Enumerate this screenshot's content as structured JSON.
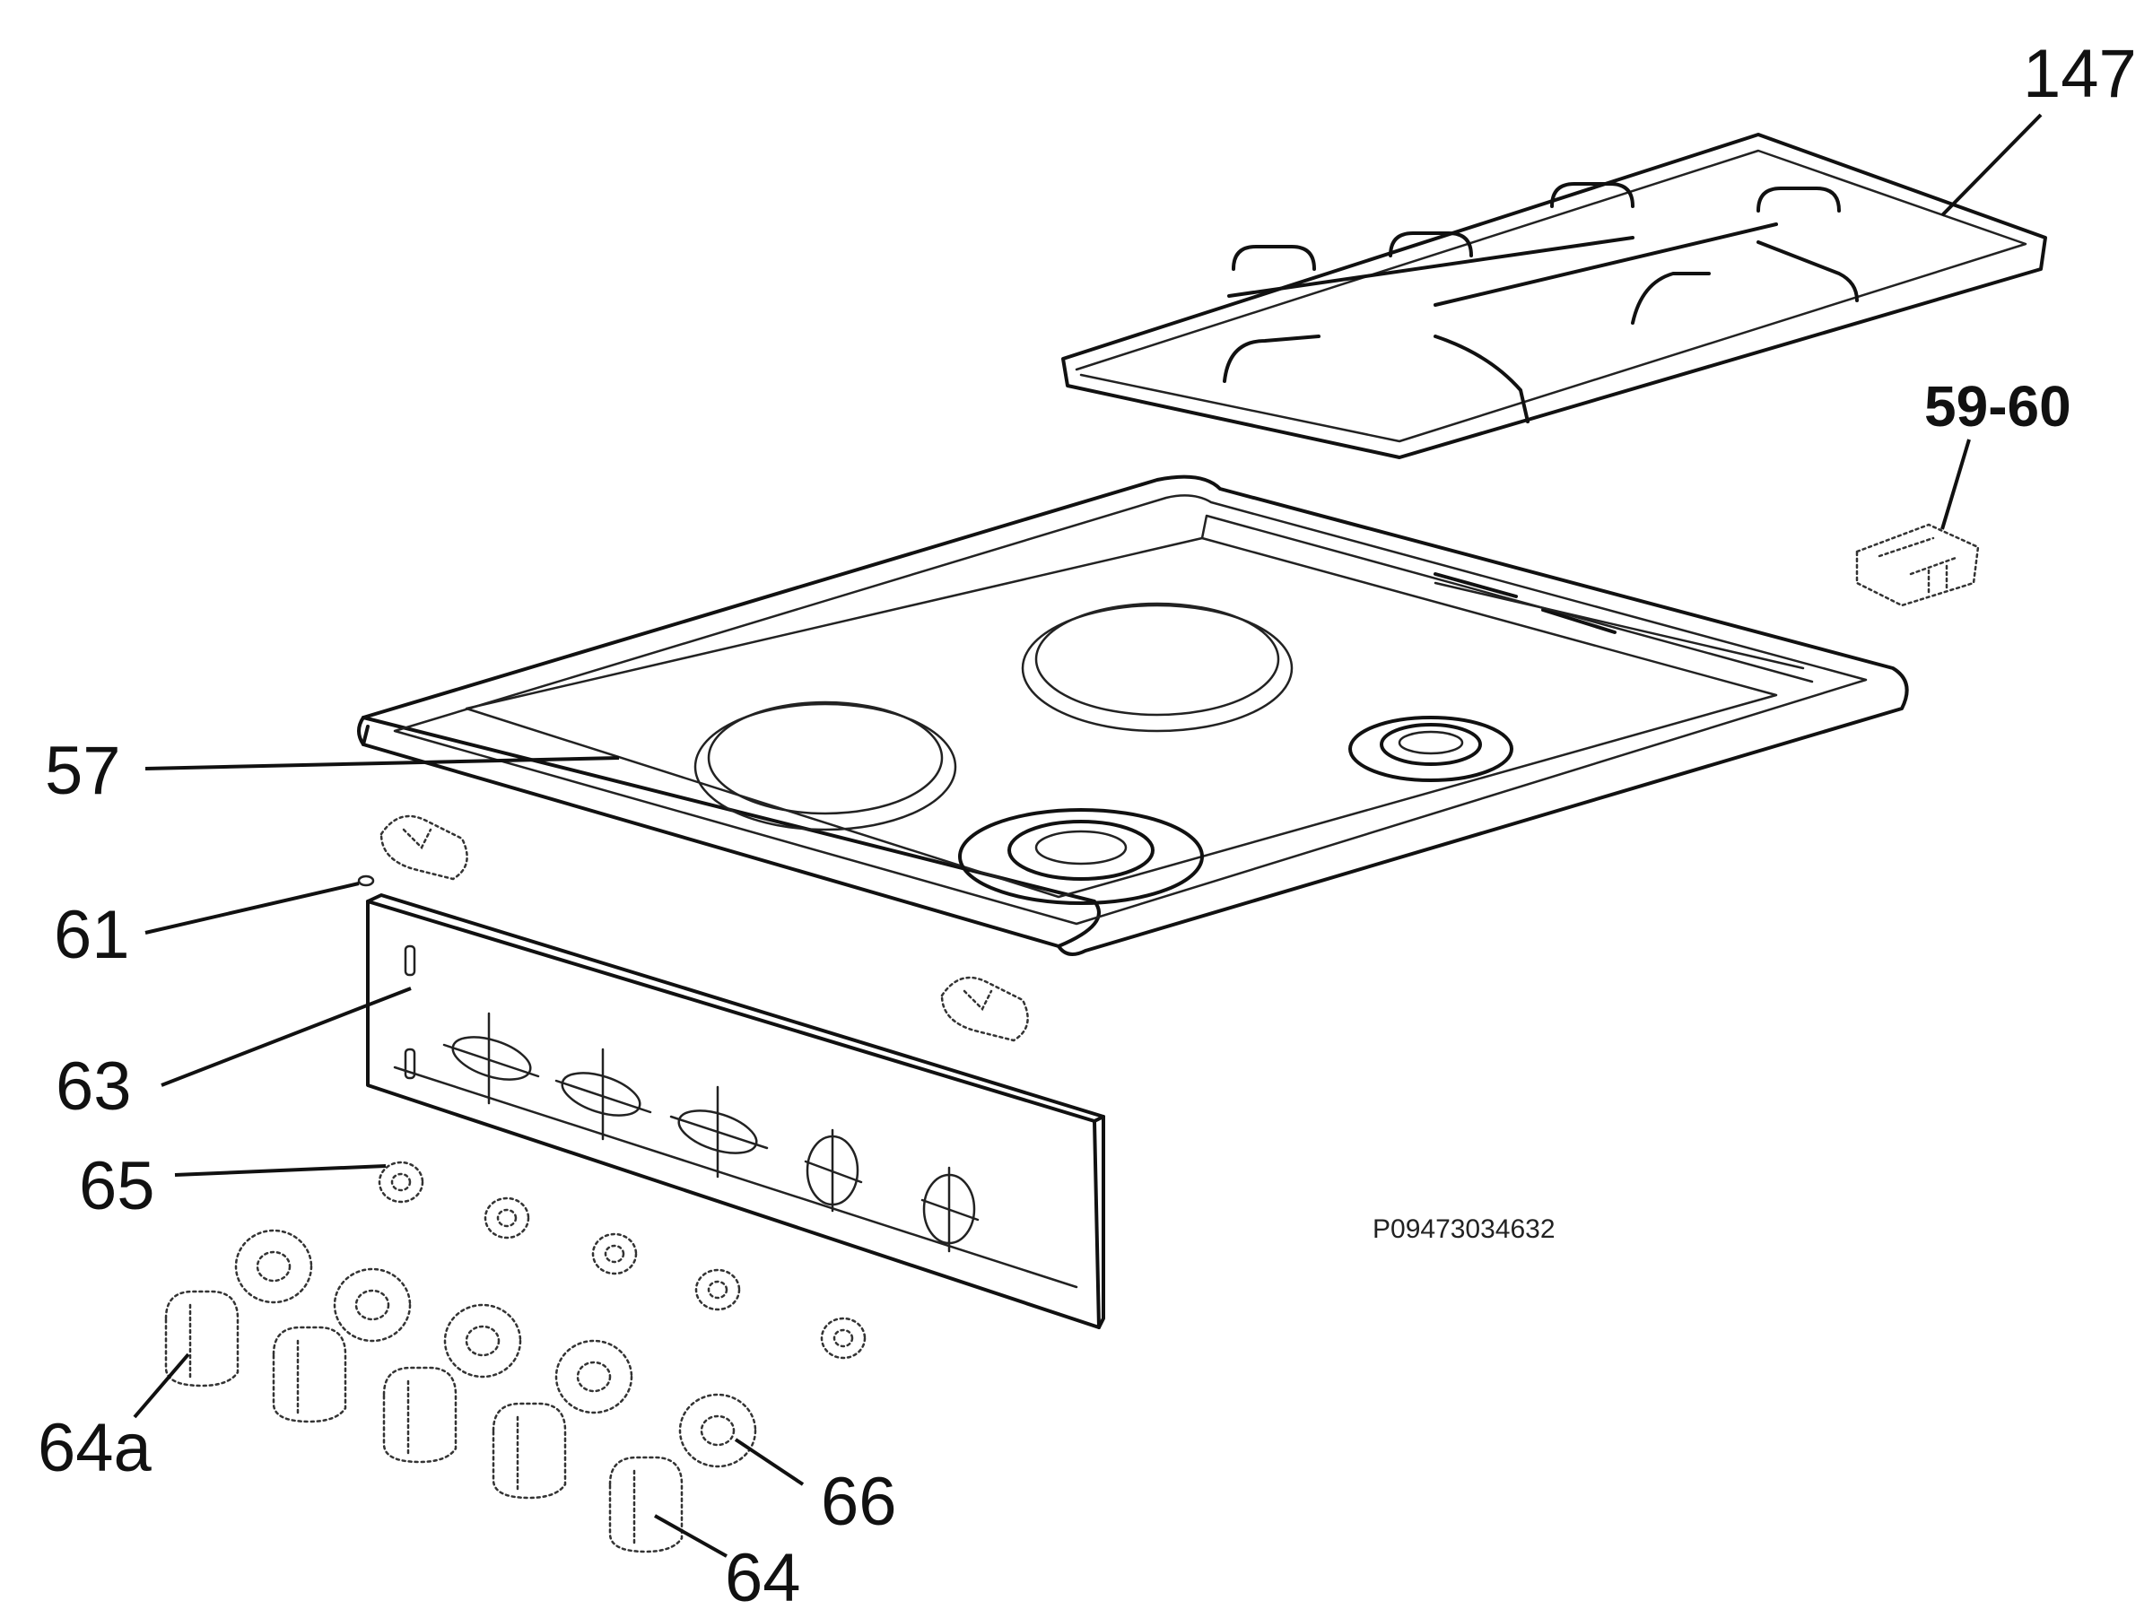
{
  "callouts": {
    "grid": "147",
    "part_59_60": "59-60",
    "hob_top": "57",
    "part_61": "61",
    "part_63": "63",
    "part_65": "65",
    "part_64a": "64a",
    "part_66": "66",
    "part_64": "64"
  },
  "drawing_code": "P09473034632",
  "colors": {
    "line": "#111111",
    "background": "#ffffff"
  }
}
